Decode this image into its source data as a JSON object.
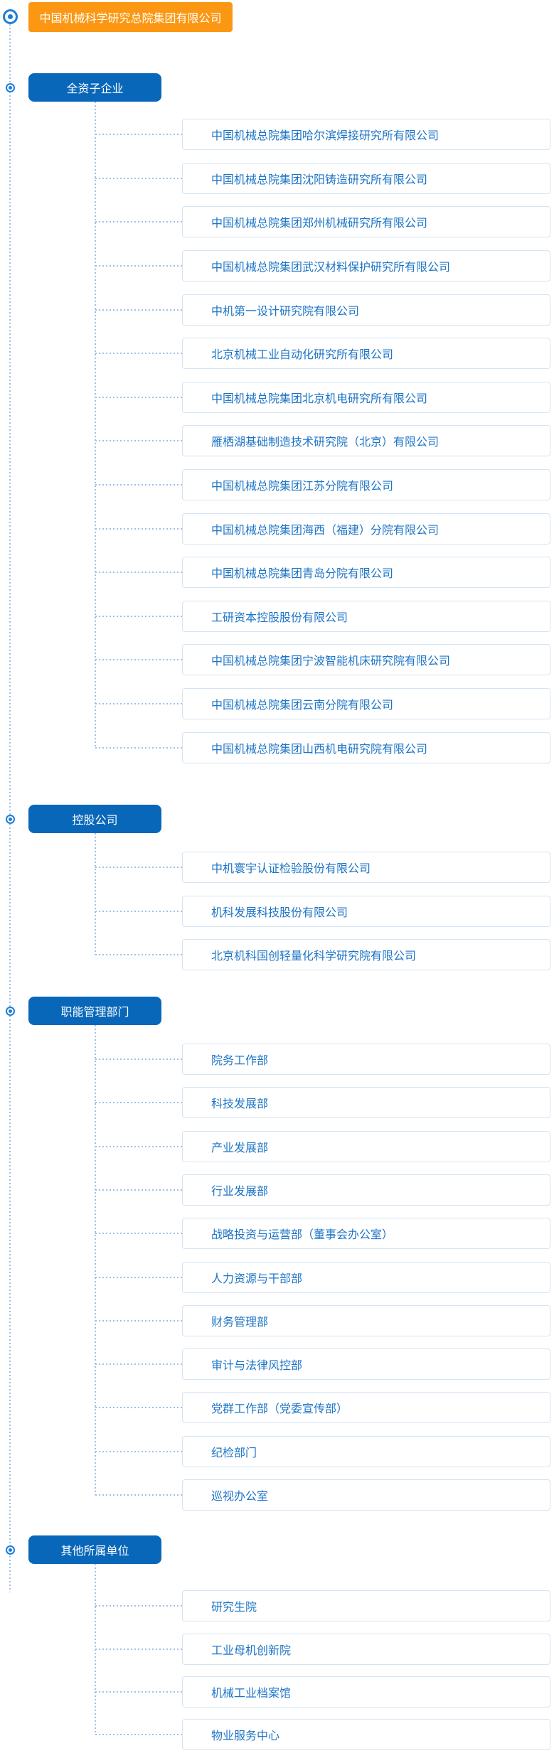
{
  "root": {
    "label": "中国机械科学研究总院集团有限公司"
  },
  "sections": [
    {
      "label": "全资子企业",
      "items": [
        "中国机械总院集团哈尔滨焊接研究所有限公司",
        "中国机械总院集团沈阳铸造研究所有限公司",
        "中国机械总院集团郑州机械研究所有限公司",
        "中国机械总院集团武汉材料保护研究所有限公司",
        "中机第一设计研究院有限公司",
        "北京机械工业自动化研究所有限公司",
        "中国机械总院集团北京机电研究所有限公司",
        "雁栖湖基础制造技术研究院（北京）有限公司",
        "中国机械总院集团江苏分院有限公司",
        "中国机械总院集团海西（福建）分院有限公司",
        "中国机械总院集团青岛分院有限公司",
        "工研资本控股股份有限公司",
        "中国机械总院集团宁波智能机床研究院有限公司",
        "中国机械总院集团云南分院有限公司",
        "中国机械总院集团山西机电研究院有限公司"
      ]
    },
    {
      "label": "控股公司",
      "items": [
        "中机寰宇认证检验股份有限公司",
        "机科发展科技股份有限公司",
        "北京机科国创轻量化科学研究院有限公司"
      ]
    },
    {
      "label": "职能管理部门",
      "items": [
        "院务工作部",
        "科技发展部",
        "产业发展部",
        "行业发展部",
        "战略投资与运营部（董事会办公室）",
        "人力资源与干部部",
        "财务管理部",
        "审计与法律风控部",
        "党群工作部（党委宣传部）",
        "纪检部门",
        "巡视办公室"
      ]
    },
    {
      "label": "其他所属单位",
      "items": [
        "研究生院",
        "工业母机创新院",
        "机械工业档案馆",
        "物业服务中心"
      ]
    }
  ],
  "colors": {
    "root_bg": "#FB9712",
    "category_bg": "#0867B9",
    "item_text": "#1C74C6",
    "item_border": "#D4E4F4",
    "dotted_line": "#9FC0E8",
    "bullet": "#1C7FD8",
    "node_text": "#FFFFFF"
  },
  "icons": {
    "root_bullet": "radio-bullet-icon",
    "category_bullet": "radio-bullet-icon"
  }
}
